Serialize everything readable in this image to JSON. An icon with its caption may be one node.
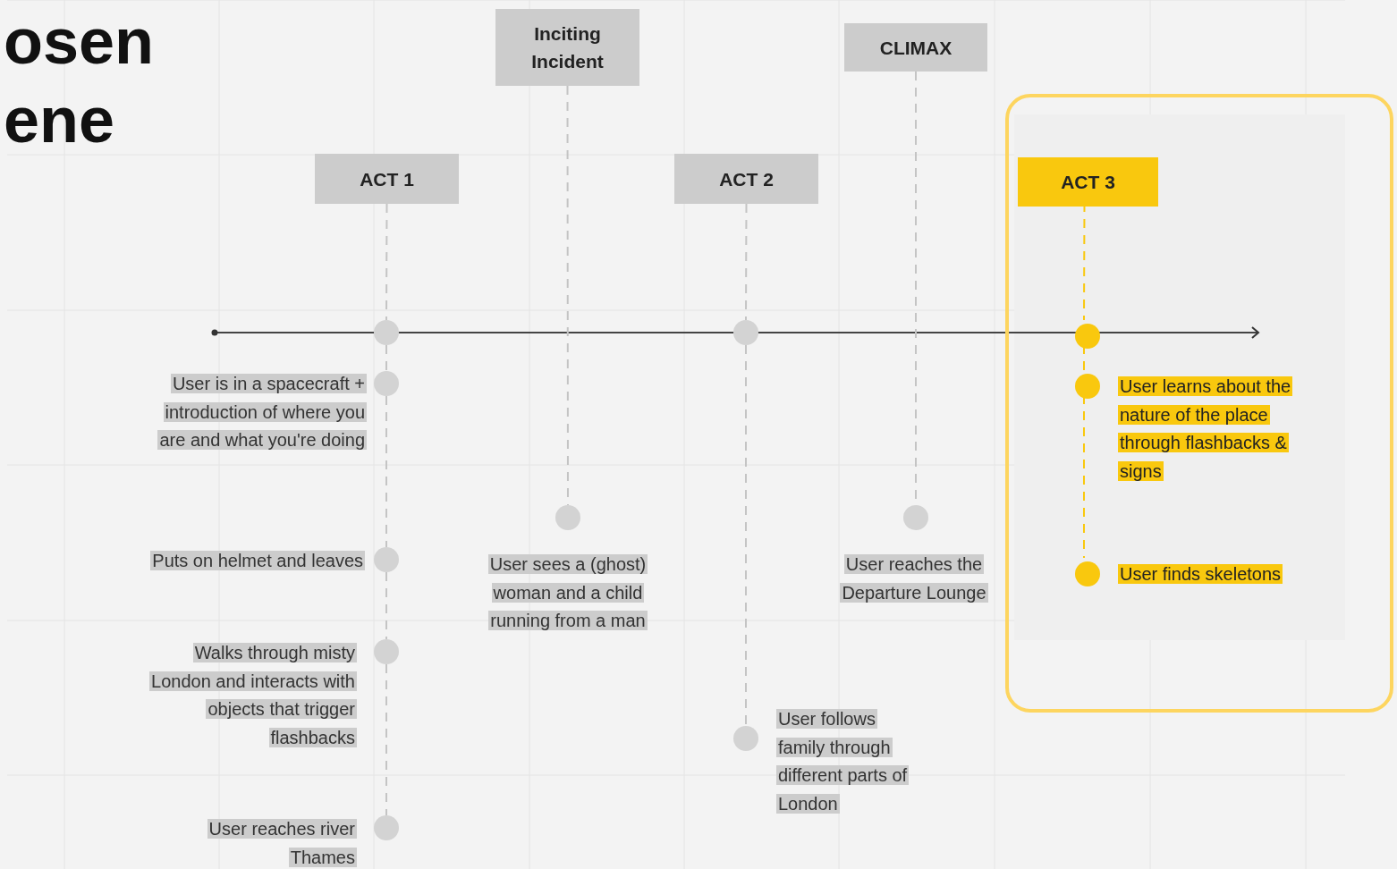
{
  "diagram": {
    "title": "osen ene",
    "nodes": [
      {
        "text": [
          "Inciting Incident"
        ]
      },
      {
        "text": [
          "CLIMAX"
        ]
      },
      {
        "text": [
          "ACT 1"
        ]
      },
      {
        "text": [
          "ACT 2"
        ]
      },
      {
        "text": [],
        "shape": "box"
      },
      {
        "text": [
          "ACT 3"
        ],
        "in": 4
      },
      {
        "text": [],
        "shape": "circle"
      },
      {
        "text": [],
        "shape": "circle"
      },
      {
        "text": [],
        "shape": "circle"
      },
      {
        "text": [],
        "shape": "circle"
      },
      {
        "text": [],
        "shape": "circle"
      },
      {
        "text": [],
        "shape": "circle"
      },
      {
        "text": [],
        "shape": "circle"
      },
      {
        "text": [],
        "shape": "circle"
      },
      {
        "text": [],
        "shape": "circle"
      },
      {
        "text": [],
        "shape": "circle",
        "in": 4
      },
      {
        "text": [],
        "shape": "circle",
        "in": 4
      },
      {
        "text": [],
        "shape": "circle",
        "in": 4
      },
      {
        "text": [
          "User is in a spacecraft + introduction of where you are and what you're doing"
        ]
      },
      {
        "text": [
          "Puts on helmet and leaves"
        ]
      },
      {
        "text": [
          "Walks through misty London and interacts with objects that trigger flashbacks"
        ]
      },
      {
        "text": [
          "User reaches river Thames"
        ]
      },
      {
        "text": [
          "User sees a (ghost) woman and a child running from a man"
        ]
      },
      {
        "text": [
          "User follows family through different parts of London"
        ]
      },
      {
        "text": [
          "User reaches the Departure Lounge"
        ]
      },
      {
        "text": [
          "User learns about the nature of the place through flashbacks & signs"
        ],
        "in": 4
      },
      {
        "text": [
          "User finds skeletons"
        ],
        "in": 4
      }
    ],
    "edges": [
      {
        "from": 2,
        "to": 6,
        "arrow": "none",
        "style": "dashed"
      },
      {
        "from": 6,
        "to": 7,
        "arrow": "none",
        "style": "dashed"
      },
      {
        "from": 7,
        "to": 8,
        "arrow": "none",
        "style": "dashed"
      },
      {
        "from": 8,
        "to": 9,
        "arrow": "none",
        "style": "dashed"
      },
      {
        "from": 9,
        "to": 10,
        "arrow": "none",
        "style": "dashed"
      },
      {
        "from": 0,
        "to": 11,
        "arrow": "none",
        "style": "dashed"
      },
      {
        "from": 3,
        "to": 12,
        "arrow": "none",
        "style": "dashed"
      },
      {
        "from": 12,
        "to": 13,
        "arrow": "none",
        "style": "dashed"
      },
      {
        "from": 1,
        "to": 14,
        "arrow": "none",
        "style": "dashed"
      },
      {
        "from": 5,
        "to": 15,
        "arrow": "none",
        "style": "dashed",
        "color": "#f9c80e"
      },
      {
        "from": 15,
        "to": 16,
        "arrow": "none",
        "style": "dashed",
        "color": "#f9c80e"
      },
      {
        "from": 16,
        "to": 17,
        "arrow": "none",
        "style": "dashed",
        "color": "#f9c80e"
      }
    ]
  }
}
